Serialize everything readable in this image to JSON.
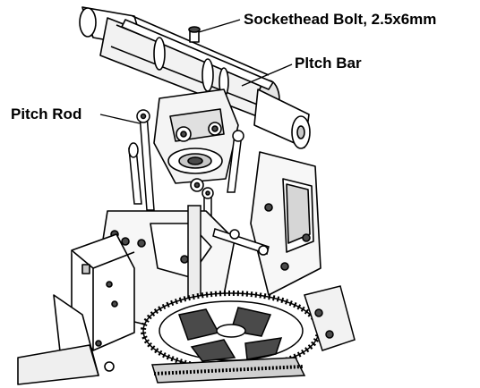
{
  "callouts": {
    "bolt": "Sockethead Bolt, 2.5x6mm",
    "pitch_bar": "Pltch Bar",
    "pitch_rod": "Pitch Rod"
  },
  "colors": {
    "line": "#000000",
    "shade": "#c8c8c8",
    "dark": "#4a4a4a",
    "background": "#ffffff"
  },
  "figure": {
    "subject": "helicopter rotor head assembly line drawing"
  }
}
